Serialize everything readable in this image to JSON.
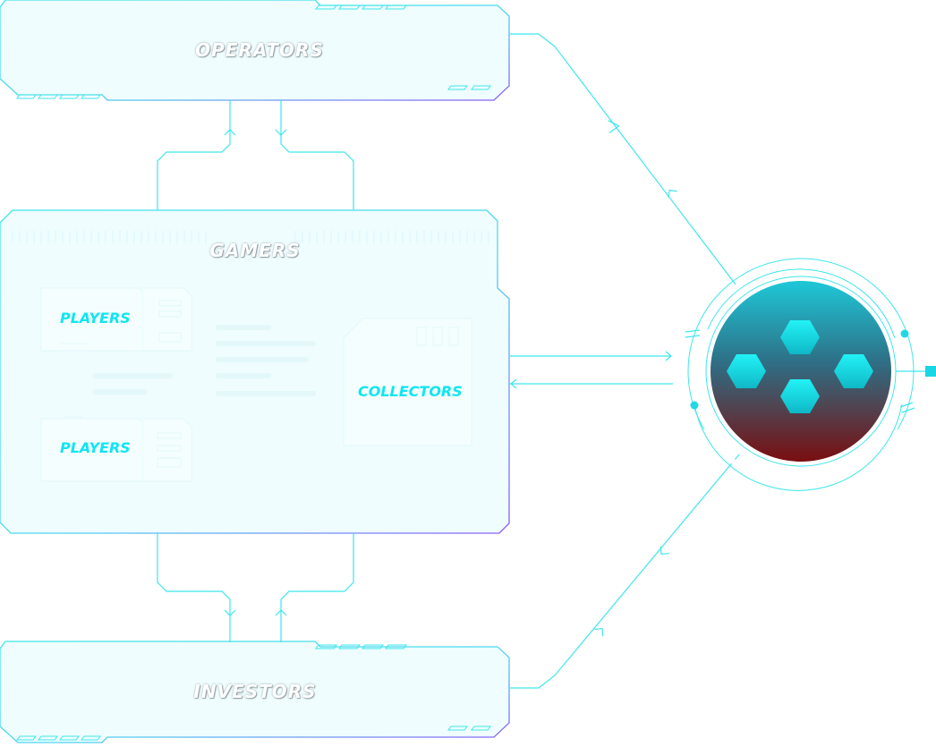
{
  "diagram": {
    "nodes": {
      "operators": {
        "label": "OPERATORS"
      },
      "gamers": {
        "label": "GAMERS"
      },
      "investors": {
        "label": "INVESTORS"
      },
      "players_top": {
        "label": "PLAYERS"
      },
      "players_bottom": {
        "label": "PLAYERS"
      },
      "collectors": {
        "label": "COLLECTORS"
      }
    },
    "center_logo": {
      "icon": "hexagon-cluster-logo-icon"
    },
    "colors": {
      "panel_fill": "#effdfe",
      "panel_stroke": "#3ee6ec",
      "panel_stroke_accent": "#8b5cf6",
      "connector": "#3ee6ec",
      "label_cyan": "#0fe6f2",
      "logo_top": "#1ec8d8",
      "logo_bottom": "#7a0e10",
      "hexagon": "#1ce8ec"
    }
  }
}
